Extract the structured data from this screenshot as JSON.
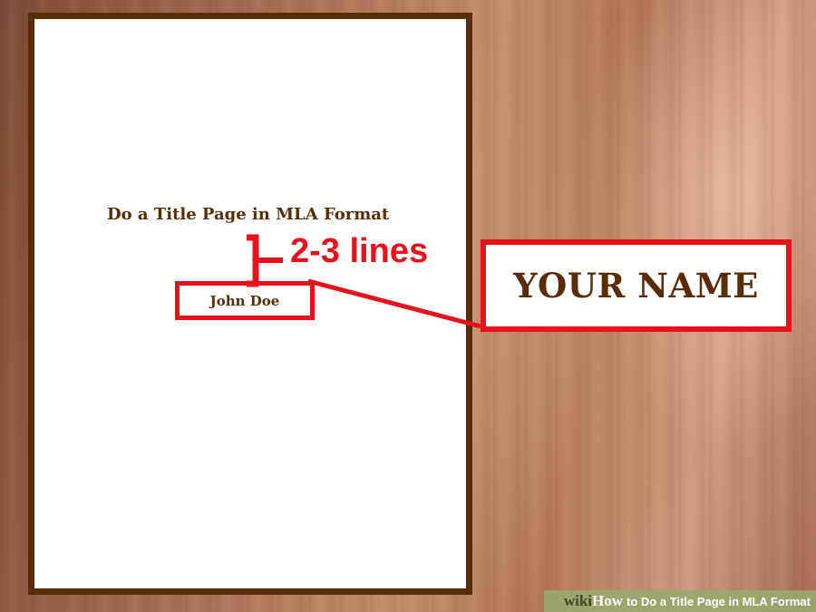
{
  "document": {
    "title": "Do a Title Page in MLA Format",
    "author_name": "John Doe"
  },
  "annotation": {
    "spacing_label": "2-3 lines",
    "callout_label": "YOUR NAME",
    "highlight_color": "#e8121b",
    "text_color": "#5a2d09"
  },
  "watermark": {
    "logo_wiki": "wiki",
    "logo_how": "How",
    "title": "to Do a Title Page in MLA Format"
  }
}
